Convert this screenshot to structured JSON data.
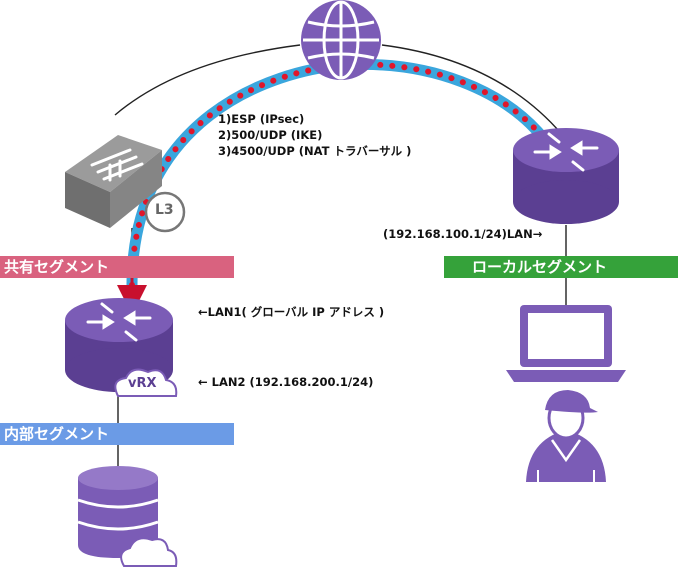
{
  "protocols": {
    "line1": "1)ESP (IPsec)",
    "line2": "2)500/UDP (IKE)",
    "line3": "3)4500/UDP (NAT トラバーサル )"
  },
  "labels": {
    "lan_local": "(192.168.100.1/24)LAN→",
    "lan1": "←LAN1( グローバル IP アドレス )",
    "lan2": "← LAN2 (192.168.200.1/24)",
    "l3_badge": "L3",
    "vrx_badge": "vRX"
  },
  "segments": {
    "shared": "共有セグメント",
    "local": "ローカルセグメント",
    "inner": "内部セグメント"
  },
  "colors": {
    "device_purple": "#7b5cb6",
    "device_dark": "#5b3f92",
    "tunnel_blue": "#3aa6dd",
    "tunnel_dots": "#e0162b",
    "switch_gray": "#7d7d7d",
    "shared_segment": "#d9627f",
    "local_segment": "#35a23a",
    "inner_segment": "#6b9be6"
  }
}
